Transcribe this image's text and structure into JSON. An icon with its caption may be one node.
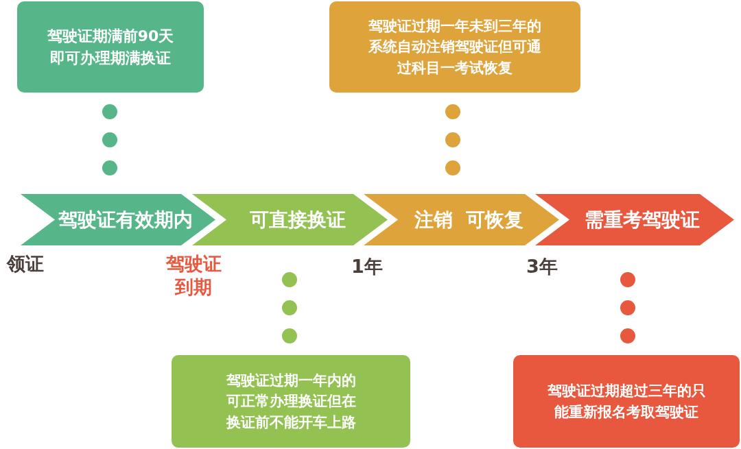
{
  "diagram": {
    "nodes": [
      {
        "text": [
          "驾驶证期满前90天即可办理期满换证"
        ]
      },
      {
        "text": [
          "驾驶证过期一年未到三年的系统自动注销驾驶证但可通过科目一考试恢复"
        ]
      },
      {
        "text": [
          "驾驶证有效期内"
        ]
      },
      {
        "text": [
          "可直接换证"
        ]
      },
      {
        "text": [
          "注销  可恢复"
        ]
      },
      {
        "text": [
          "需重考驾驶证"
        ]
      },
      {
        "text": [
          "驾驶证过期一年内的可正常办理换证但在换证前不能开车上路"
        ]
      },
      {
        "text": [
          "驾驶证过期超过三年的只能重新报名考取驾驶证"
        ]
      }
    ],
    "edges": [
      {
        "from": 0,
        "to": 2,
        "arrow": "none",
        "style": "dashed",
        "color": "#56b68a"
      },
      {
        "from": 1,
        "to": 4,
        "arrow": "none",
        "style": "dashed",
        "color": "#dea33a"
      },
      {
        "from": 6,
        "to": 3,
        "arrow": "none",
        "style": "dashed",
        "color": "#93c152"
      },
      {
        "from": 7,
        "to": 5,
        "arrow": "none",
        "style": "dashed",
        "color": "#e8583e"
      }
    ],
    "labels": [
      "领证",
      "驾驶证到期",
      "1年",
      "3年"
    ]
  }
}
